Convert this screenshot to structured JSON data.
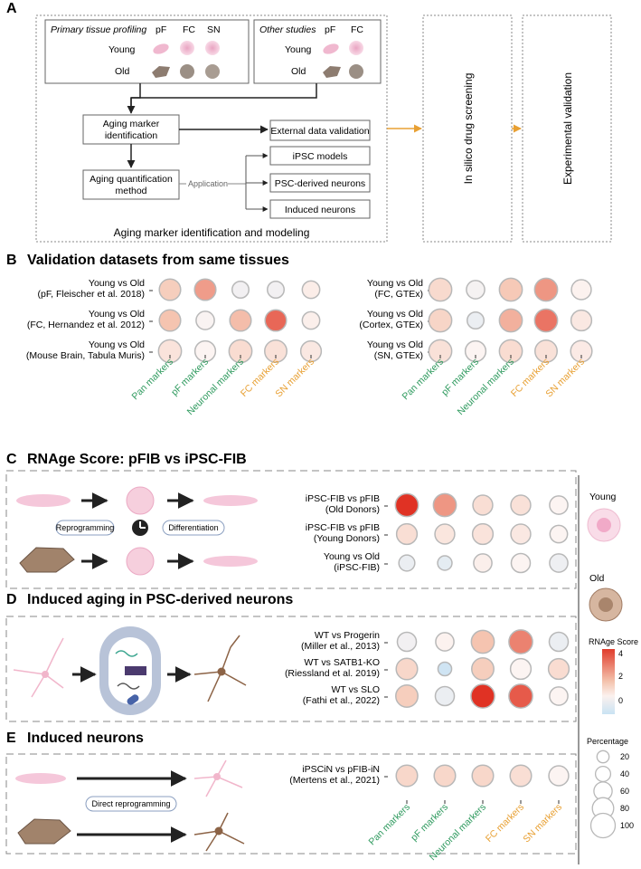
{
  "panels": {
    "a": "A",
    "b": "B",
    "c": "C",
    "d": "D",
    "e": "E"
  },
  "panel_a": {
    "primary_title": "Primary tissue profiling",
    "other_title": "Other studies",
    "tissues_primary": [
      "pF",
      "FC",
      "SN"
    ],
    "tissues_other": [
      "pF",
      "FC"
    ],
    "young": "Young",
    "old": "Old",
    "aging_marker": [
      "Aging marker",
      "identification"
    ],
    "aging_quant": [
      "Aging quantification",
      "method"
    ],
    "external": "External data validation",
    "application": "Application",
    "apps": [
      "iPSC models",
      "PSC-derived neurons",
      "Induced neurons"
    ],
    "footer": "Aging marker identification and modeling",
    "silico": "In silico drug screening",
    "experimental": "Experimental validation"
  },
  "panel_b": {
    "title": "Validation datasets from same tissues",
    "left_rows": [
      [
        "Young vs Old",
        "(pF, Fleischer et al. 2018)"
      ],
      [
        "Young vs Old",
        "(FC, Hernandez et al. 2012)"
      ],
      [
        "Young vs Old",
        "(Mouse Brain, Tabula Muris)"
      ]
    ],
    "right_rows": [
      [
        "Young vs Old",
        "(FC, GTEx)"
      ],
      [
        "Young vs Old",
        "(Cortex, GTEx)"
      ],
      [
        "Young vs Old",
        "(SN, GTEx)"
      ]
    ]
  },
  "markers": [
    {
      "label": "Pan markers",
      "color": "#2e9a5e"
    },
    {
      "label": "pF markers",
      "color": "#2e9a5e"
    },
    {
      "label": "Neuronal markers",
      "color": "#2e9a5e"
    },
    {
      "label": "FC markers",
      "color": "#e8a033"
    },
    {
      "label": "SN markers",
      "color": "#e8a033"
    }
  ],
  "panel_c": {
    "title": "RNAge Score: pFIB vs iPSC-FIB",
    "reprogramming": "Reprogramming",
    "differentiation": "Differentiation",
    "rows": [
      [
        "iPSC-FIB vs pFIB",
        "(Old Donors)"
      ],
      [
        "iPSC-FIB vs pFIB",
        "(Young Donors)"
      ],
      [
        "Young vs Old",
        "(iPSC-FIB)"
      ]
    ]
  },
  "panel_d": {
    "title": "Induced aging in PSC-derived neurons",
    "rows": [
      [
        "WT vs Progerin",
        "(Miller et al., 2013)"
      ],
      [
        "WT vs SATB1-KO",
        "(Riessland et al. 2019)"
      ],
      [
        "WT vs SLO",
        "(Fathi et al., 2022)"
      ]
    ]
  },
  "panel_e": {
    "title": "Induced neurons",
    "direct": "Direct reprogramming",
    "rows": [
      [
        "iPSCiN vs pFIB-iN",
        "(Mertens et al., 2021)"
      ]
    ]
  },
  "legend": {
    "young": "Young",
    "old": "Old",
    "score_title": "RNAge Score",
    "score_ticks": [
      "4",
      "2",
      "0"
    ],
    "pct_title": "Percentage",
    "pct_values": [
      "20",
      "40",
      "60",
      "80",
      "100"
    ]
  },
  "chart_data": {
    "type": "heatmap",
    "colorbar_range": [
      -1.5,
      4.2
    ],
    "datasets": [
      {
        "name": "pF, Fleischer et al. 2018",
        "scores": [
          1.6,
          2.6,
          -0.3,
          -0.3,
          0.3
        ],
        "pct": [
          80,
          80,
          50,
          50,
          55
        ]
      },
      {
        "name": "FC, Hernandez et al. 2012",
        "scores": [
          2.0,
          -0.1,
          2.1,
          3.4,
          0.2
        ],
        "pct": [
          80,
          60,
          80,
          80,
          55
        ]
      },
      {
        "name": "Mouse Brain, Tabula Muris",
        "scores": [
          0.7,
          0,
          1.0,
          0.8,
          0.5
        ],
        "pct": [
          90,
          75,
          90,
          85,
          75
        ]
      },
      {
        "name": "FC, GTEx",
        "scores": [
          1.1,
          -0.2,
          1.8,
          2.7,
          0.1
        ],
        "pct": [
          90,
          60,
          90,
          90,
          70
        ]
      },
      {
        "name": "Cortex, GTEx",
        "scores": [
          1.3,
          -0.5,
          2.3,
          3.2,
          0.5
        ],
        "pct": [
          90,
          50,
          90,
          90,
          75
        ]
      },
      {
        "name": "SN, GTEx",
        "scores": [
          0.8,
          0,
          1.0,
          0.8,
          0.4
        ],
        "pct": [
          90,
          75,
          90,
          85,
          80
        ]
      },
      {
        "name": "iPSC-FIB vs pFIB (Old Donors)",
        "scores": [
          4.2,
          2.7,
          0.9,
          0.8,
          0
        ],
        "pct": [
          90,
          90,
          70,
          70,
          60
        ]
      },
      {
        "name": "iPSC-FIB vs pFIB (Young Donors)",
        "scores": [
          0.9,
          0.6,
          0.7,
          0.5,
          0
        ],
        "pct": [
          75,
          70,
          75,
          70,
          55
        ]
      },
      {
        "name": "Young vs Old (iPSC-FIB)",
        "scores": [
          -0.5,
          -0.7,
          0.2,
          0,
          -0.4
        ],
        "pct": [
          45,
          35,
          60,
          65,
          60
        ]
      },
      {
        "name": "WT vs Progerin",
        "scores": [
          -0.3,
          0.1,
          2.0,
          3.0,
          -0.5
        ],
        "pct": [
          65,
          60,
          90,
          95,
          65
        ]
      },
      {
        "name": "WT vs SATB1-KO",
        "scores": [
          1.2,
          -1.3,
          1.6,
          0,
          1.0
        ],
        "pct": [
          80,
          30,
          85,
          75,
          75
        ]
      },
      {
        "name": "WT vs SLO",
        "scores": [
          1.6,
          -0.5,
          4.2,
          3.6,
          0
        ],
        "pct": [
          85,
          65,
          95,
          95,
          60
        ]
      },
      {
        "name": "iPSCiN vs pFIB-iN",
        "scores": [
          1.2,
          1.2,
          1.2,
          0.9,
          0
        ],
        "pct": [
          80,
          80,
          80,
          80,
          70
        ]
      }
    ]
  }
}
